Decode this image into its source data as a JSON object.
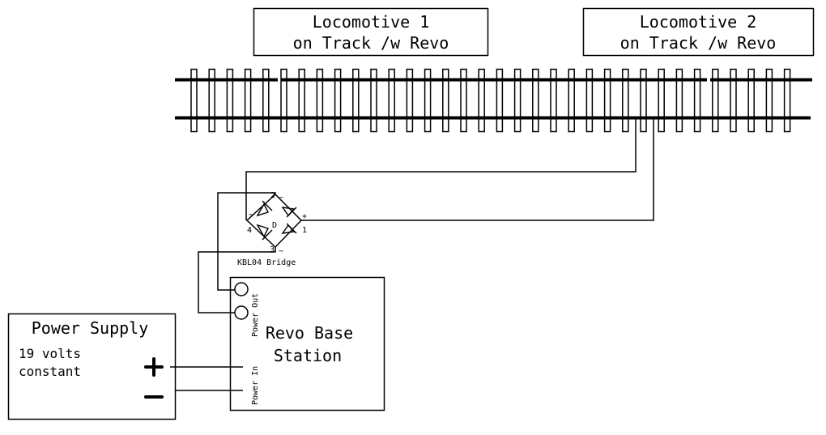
{
  "diagram": {
    "locomotives": [
      {
        "line1": "Locomotive 1",
        "line2": "on Track /w Revo"
      },
      {
        "line1": "Locomotive 2",
        "line2": "on Track /w Revo"
      }
    ],
    "track": {
      "tie_count": 34,
      "rails": 2
    },
    "bridge": {
      "label": "KBL04 Bridge",
      "center_label": "D",
      "pins": {
        "pin1": "1",
        "pin2": "2",
        "pin3": "3",
        "pin4": "4"
      },
      "markers": {
        "plus": "+",
        "minus": "−",
        "ac_top": "~",
        "ac_bottom": "~"
      }
    },
    "base_station": {
      "title_line1": "Revo Base",
      "title_line2": "Station",
      "power_out_label": "Power Out",
      "power_in_label": "Power In"
    },
    "power_supply": {
      "title": "Power Supply",
      "spec_line1": "19 volts",
      "spec_line2": "constant",
      "plus_symbol": "+",
      "minus_symbol": "−"
    }
  }
}
